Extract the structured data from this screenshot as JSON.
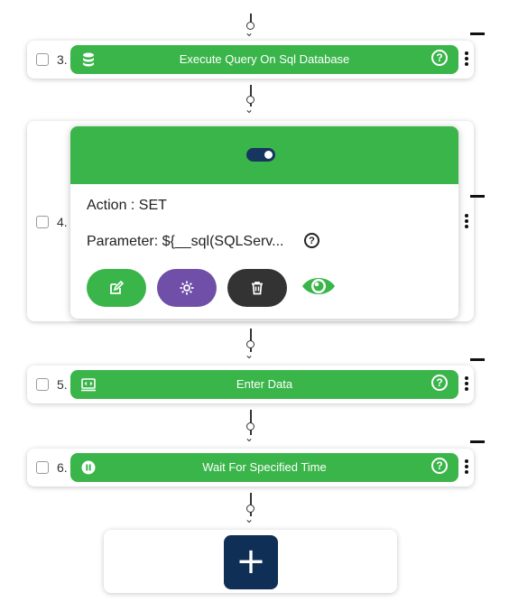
{
  "steps": [
    {
      "number": "3.",
      "title": "Execute Query On Sql Database",
      "icon": "database-icon"
    },
    {
      "number": "4.",
      "action": "Action : SET",
      "parameter": "Parameter: ${__sql(SQLServ...",
      "help": "?"
    },
    {
      "number": "5.",
      "title": "Enter Data",
      "icon": "monitor-code-icon"
    },
    {
      "number": "6.",
      "title": "Wait For Specified Time",
      "icon": "pause-icon"
    }
  ],
  "help_glyph": "?",
  "add_glyph": "+",
  "colors": {
    "step_green": "#3ab54a",
    "edit_pill": "#3ab54a",
    "settings_pill": "#6f4fa8",
    "delete_pill": "#333333",
    "add_button": "#0f2f57",
    "toggle": "#16365f"
  }
}
